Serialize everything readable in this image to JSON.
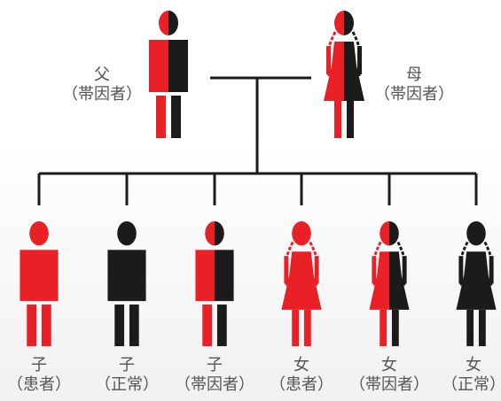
{
  "colors": {
    "affected": "#ea2027",
    "normal": "#1b1b1b",
    "line": "#1b1b1b",
    "text": "#555555"
  },
  "parents": {
    "father": {
      "role": "父",
      "status": "（帯因者）",
      "type": "carrier",
      "sex": "male"
    },
    "mother": {
      "role": "母",
      "status": "（帯因者）",
      "type": "carrier",
      "sex": "female"
    }
  },
  "children": [
    {
      "role": "子",
      "status": "（患者）",
      "type": "affected",
      "sex": "male"
    },
    {
      "role": "子",
      "status": "（正常）",
      "type": "normal",
      "sex": "male"
    },
    {
      "role": "子",
      "status": "（帯因者）",
      "type": "carrier",
      "sex": "male"
    },
    {
      "role": "女",
      "status": "（患者）",
      "type": "affected",
      "sex": "female"
    },
    {
      "role": "女",
      "status": "（帯因者）",
      "type": "carrier",
      "sex": "female"
    },
    {
      "role": "女",
      "status": "（正常）",
      "type": "normal",
      "sex": "female"
    }
  ]
}
